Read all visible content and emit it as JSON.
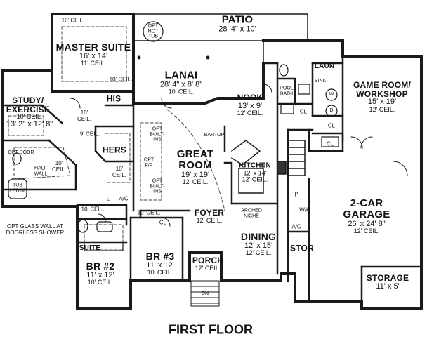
{
  "title": "FIRST FLOOR",
  "rooms": {
    "patio": {
      "name": "PATIO",
      "dims": "28' 4\" x 10'"
    },
    "master": {
      "name": "MASTER SUITE",
      "dims": "16' x 14'",
      "ceil": "11' CEIL."
    },
    "lanai": {
      "name": "LANAI",
      "dims": "28' 4\" x 8' 8\"",
      "ceil": "10' CEIL."
    },
    "study": {
      "name": "STUDY/ EXERCISE",
      "ceil": "10' CEIL.",
      "dims": "13' 2\" x 12' 8\""
    },
    "nook": {
      "name": "NOOK",
      "dims": "13' x 9'",
      "ceil": "12' CEIL."
    },
    "game": {
      "name": "GAME ROOM/ WORKSHOP",
      "dims": "15' x 19'",
      "ceil": "12' CEIL."
    },
    "great": {
      "name": "GREAT ROOM",
      "dims": "19' x 19'",
      "ceil": "12' CEIL."
    },
    "kitchen": {
      "name": "KITCHEN",
      "dims": "12' x 14'",
      "ceil": "12' CEIL."
    },
    "garage": {
      "name": "2-CAR GARAGE",
      "dims": "26' x 24' 8\"",
      "ceil": "12' CEIL."
    },
    "foyer": {
      "name": "FOYER",
      "ceil": "12' CEIL."
    },
    "dining": {
      "name": "DINING",
      "dims": "12' x 15'",
      "ceil": "12' CEIL."
    },
    "br2": {
      "name": "BR #2",
      "dims": "11' x 12'",
      "ceil": "10' CEIL."
    },
    "br3": {
      "name": "BR #3",
      "dims": "11' x 12'",
      "ceil": "10' CEIL."
    },
    "porch": {
      "name": "PORCH",
      "ceil": "12' CEIL."
    },
    "storage": {
      "name": "STORAGE",
      "dims": "11' x 5'"
    },
    "his": {
      "name": "HIS"
    },
    "hers": {
      "name": "HERS"
    },
    "suite": {
      "name": "SUITE"
    },
    "laun": {
      "name": "LAUN"
    },
    "stor": {
      "name": "STOR"
    }
  },
  "notes": {
    "master_top_ceil": "10' CEIL.",
    "hot_tub": "OPT HOT TUB",
    "master_bottom_ceil": "10' CEIL.",
    "hall_ceil_a": "10' CEIL.",
    "hall_ceil_b": "9' CEIL.",
    "bath_ceil_a": "10' CEIL.",
    "bath_ceil_b": "10' CEIL.",
    "opt_door": "OPT DOOR",
    "half_wall": "HALF WALL",
    "tub_ledge": "TUB LEDGE",
    "opt_glass_wall": "OPT GLASS WALL AT DOORLESS SHOWER",
    "bath2_ceil": "10' CEIL.",
    "hall_ceil_c": "10' CEIL.",
    "opt_builtins_top": "OPT BUILT-INS",
    "opt_fp": "OPT F/P",
    "opt_builtins_bottom": "OPT BUILT-INS",
    "bartop": "BARTOP",
    "arched_niche": "ARCHED NICHE",
    "pool_bath": "POOL BATH",
    "sink": "SINK",
    "w": "W",
    "d": "D",
    "cl_a": "CL",
    "cl_b": "CL",
    "cl_c": "CL",
    "cl_d": "CL",
    "l": "L",
    "ac_a": "A/C",
    "ac_b": "A/C",
    "wh": "W/H",
    "p": "P",
    "dn": "DN"
  },
  "colors": {
    "line": "#1a1a1a",
    "dash": "#444444",
    "bg": "#ffffff"
  }
}
